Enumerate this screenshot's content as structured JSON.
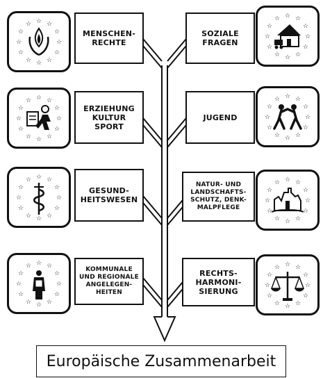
{
  "left": [
    {
      "icon": "flame-in-wreath-icon",
      "lines": [
        "MENSCHEN-",
        "RECHTE"
      ]
    },
    {
      "icon": "sports-culture-icon",
      "lines": [
        "ERZIEHUNG",
        "KULTUR",
        "SPORT"
      ]
    },
    {
      "icon": "staff-of-asclepius-icon",
      "lines": [
        "GESUND-",
        "HEITSWESEN"
      ]
    },
    {
      "icon": "mayor-figure-icon",
      "lines": [
        "KOMMUNALE",
        "UND REGIONALE",
        "ANGELEGEN-",
        "HEITEN"
      ]
    }
  ],
  "right": [
    {
      "icon": "house-with-carriage-icon",
      "lines": [
        "SOZIALE",
        "FRAGEN"
      ]
    },
    {
      "icon": "dancing-youth-icon",
      "lines": [
        "JUGEND"
      ]
    },
    {
      "icon": "castle-landscape-icon",
      "lines": [
        "NATUR- UND",
        "LANDSCHAFTS-",
        "SCHUTZ, DENK-",
        "MALPFLEGE"
      ]
    },
    {
      "icon": "scales-of-justice-icon",
      "lines": [
        "RECHTS-",
        "HARMONI-",
        "SIERUNG"
      ]
    }
  ],
  "bottom": "Europäische Zusammenarbeit"
}
